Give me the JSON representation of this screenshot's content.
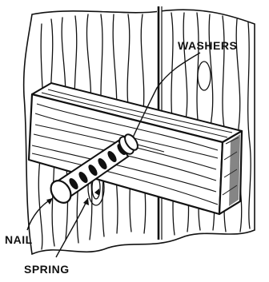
{
  "labels": {
    "washers": "WASHERS",
    "nail": "NAIL",
    "spring": "SPRING"
  },
  "colors": {
    "ink": "#111111",
    "paper": "#ffffff"
  }
}
